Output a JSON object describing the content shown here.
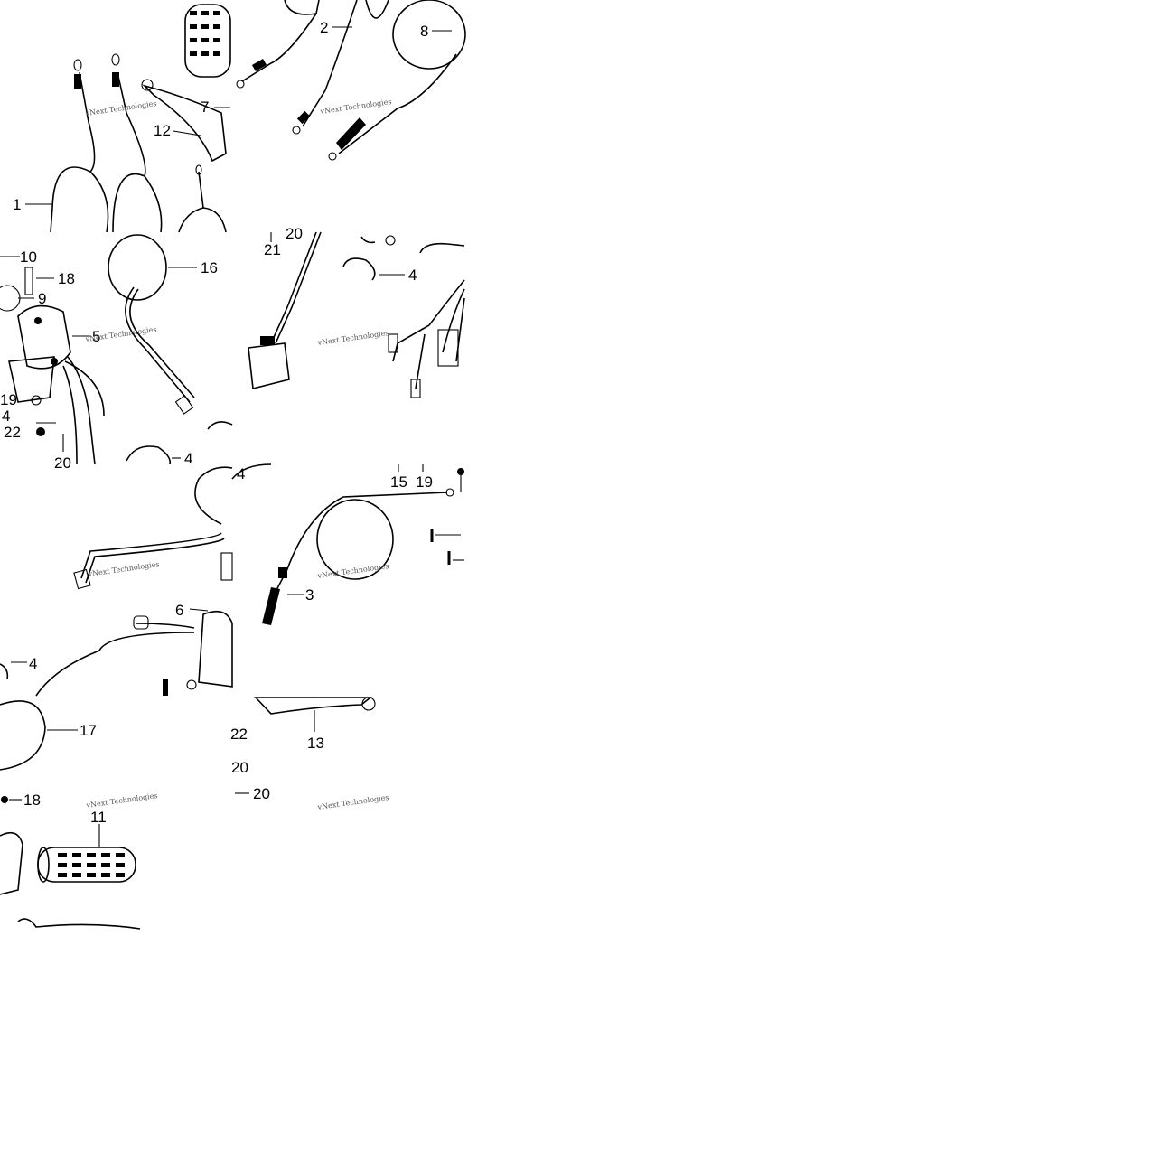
{
  "watermark": "vNext Technologies",
  "colors": {
    "ink": "#000000",
    "paper": "#ffffff",
    "watermark": "#555555"
  },
  "callouts": {
    "c1": "1",
    "c2": "2",
    "c8": "8",
    "c7": "7",
    "c12": "12",
    "c10": "10",
    "c18a": "18",
    "c9": "9",
    "c5": "5",
    "c16": "16",
    "c19a": "19",
    "c4a": "4",
    "c22a": "22",
    "c20a": "20",
    "c4b": "4",
    "c21": "21",
    "c20b": "20",
    "c4c": "4",
    "c4d": "4",
    "c6": "6",
    "c4e": "4",
    "c17": "17",
    "c18b": "18",
    "c11": "11",
    "c15": "15",
    "c19b": "19",
    "c3": "3",
    "c22b": "22",
    "c13": "13",
    "c20c": "20",
    "c20d": "20"
  }
}
